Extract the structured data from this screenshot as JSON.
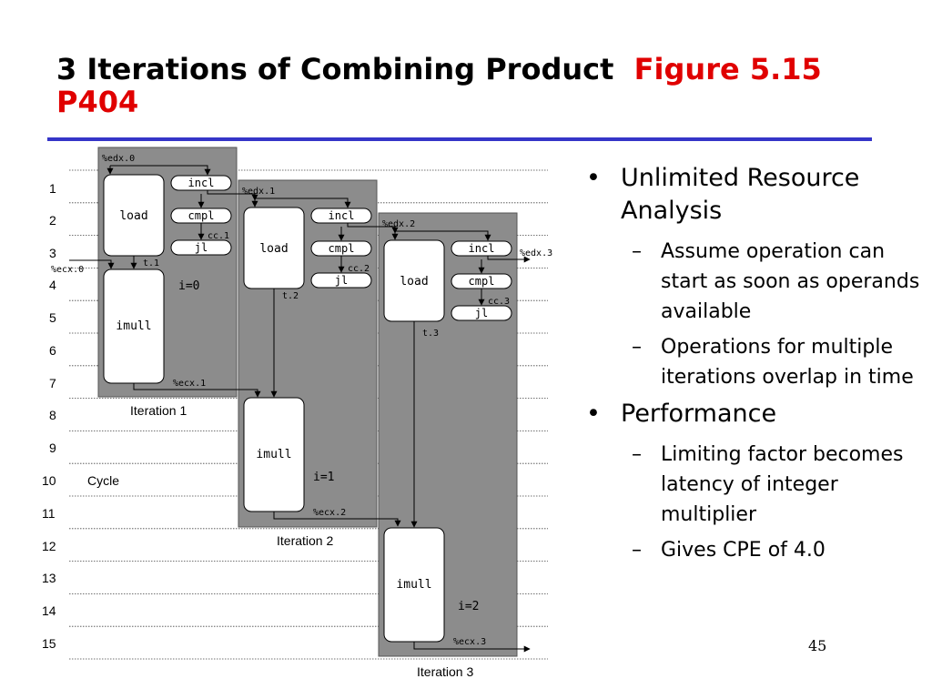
{
  "title": {
    "main": "3 Iterations of Combining Product",
    "highlight": "Figure 5.15 P404"
  },
  "diagram": {
    "cycles": [
      "1",
      "2",
      "3",
      "4",
      "5",
      "6",
      "7",
      "8",
      "9",
      "10",
      "11",
      "12",
      "13",
      "14",
      "15"
    ],
    "cycle_label": "Cycle",
    "iterations": [
      {
        "label": "Iteration 1",
        "edx_in": "%edx.0",
        "t": "t.1",
        "cc": "cc.1",
        "ecx_out": "%ecx.1",
        "i": "i=0"
      },
      {
        "label": "Iteration 2",
        "edx_in": "%edx.1",
        "t": "t.2",
        "cc": "cc.2",
        "ecx_out": "%ecx.2",
        "i": "i=1"
      },
      {
        "label": "Iteration 3",
        "edx_in": "%edx.2",
        "t": "t.3",
        "cc": "cc.3",
        "ecx_out": "%ecx.3",
        "i": "i=2"
      }
    ],
    "ops": {
      "load": "load",
      "imull": "imull",
      "incl": "incl",
      "cmpl": "cmpl",
      "jl": "jl"
    },
    "ecx_in": "%ecx.0",
    "edx_out": "%edx.3"
  },
  "bullets": [
    {
      "text": "Unlimited Resource Analysis",
      "sub": [
        "Assume operation can start as soon as operands available",
        "Operations for multiple iterations overlap in time"
      ]
    },
    {
      "text": "Performance",
      "sub": [
        "Limiting factor becomes latency of integer multiplier",
        "Gives CPE of 4.0"
      ]
    }
  ],
  "page_number": "45",
  "colors": {
    "title_highlight": "#e00000",
    "rule": "#3535c8",
    "iteration_block": "#8c8c8c"
  }
}
